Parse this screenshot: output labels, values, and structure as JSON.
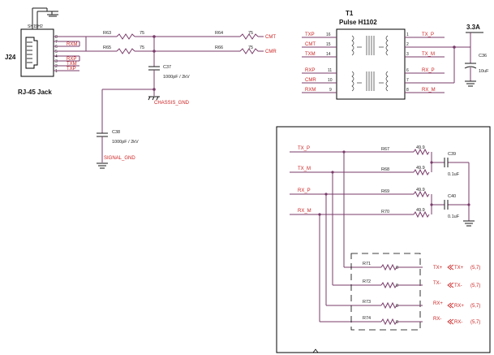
{
  "connector": {
    "refdes": "J24",
    "name": "RJ-45 Jack",
    "pins": [
      "8",
      "7",
      "6",
      "5",
      "4",
      "3",
      "2",
      "1"
    ],
    "nets": [
      "RXM",
      "RXP",
      "TXM",
      "TXP"
    ],
    "side_labels": [
      "SH1",
      "SH2"
    ]
  },
  "resistors_top": [
    {
      "ref": "R63",
      "value": "75"
    },
    {
      "ref": "R65",
      "value": "75"
    },
    {
      "ref": "R64",
      "value": "75"
    },
    {
      "ref": "R66",
      "value": "75"
    }
  ],
  "top_nets": {
    "cmt": "CMT",
    "cmr": "CMR"
  },
  "c37": {
    "ref": "C37",
    "value": "1000pF / 2kV",
    "net": "CHASSIS_GND"
  },
  "c38": {
    "ref": "C38",
    "value": "1000pF / 2kV",
    "net": "SIGNAL_GND"
  },
  "transformer": {
    "ref": "T1",
    "part": "Pulse  H1102",
    "left_nets": [
      "TXP",
      "CMT",
      "TXM",
      "RXP",
      "CMR",
      "RXM"
    ],
    "left_pins": [
      "16",
      "15",
      "14",
      "11",
      "10",
      "9"
    ],
    "right_pins": [
      "1",
      "2",
      "3",
      "6",
      "7",
      "8"
    ],
    "right_nets": [
      "TX_P",
      "TX_M",
      "RX_P",
      "RX_M"
    ]
  },
  "supply": {
    "label": "3.3A",
    "cap_ref": "C36",
    "cap_value": "10uF"
  },
  "termination": {
    "in_nets": [
      "TX_P",
      "TX_M",
      "RX_P",
      "RX_M"
    ],
    "resistors": [
      {
        "ref": "R67",
        "value": "49.9"
      },
      {
        "ref": "R68",
        "value": "49.9"
      },
      {
        "ref": "R69",
        "value": "49.9"
      },
      {
        "ref": "R70",
        "value": "49.9"
      }
    ],
    "caps": [
      {
        "ref": "C39",
        "value": "0.1uF"
      },
      {
        "ref": "C40",
        "value": "0.1uF"
      }
    ],
    "zero_ohm": [
      {
        "ref": "R71",
        "value": "0",
        "net": "TX+",
        "offpage": "TX+",
        "sheet": "(5,7)"
      },
      {
        "ref": "R72",
        "value": "0",
        "net": "TX-",
        "offpage": "TX-",
        "sheet": "(5,7)"
      },
      {
        "ref": "R73",
        "value": "0",
        "net": "RX+",
        "offpage": "RX+",
        "sheet": "(5,7)"
      },
      {
        "ref": "R74",
        "value": "0",
        "net": "RX-",
        "offpage": "RX-",
        "sheet": "(5,7)"
      }
    ]
  }
}
